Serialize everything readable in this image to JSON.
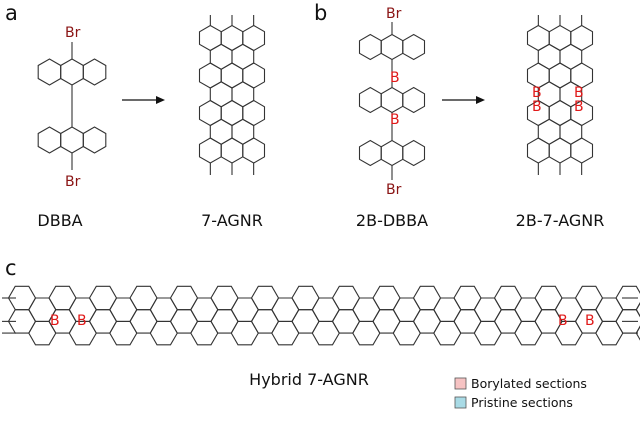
{
  "colors": {
    "borylated": "#f6c3c3",
    "pristine": "#a9dbe6",
    "bromine": "#8a1414",
    "boron": "#e01818",
    "bond": "#333333"
  },
  "panels": {
    "a": {
      "letter": "a",
      "left_caption": "DBBA",
      "right_caption": "7-AGNR",
      "br_top": "Br",
      "br_bottom": "Br"
    },
    "b": {
      "letter": "b",
      "left_caption": "2B-DBBA",
      "right_caption": "2B-7-AGNR",
      "br_top": "Br",
      "br_bottom": "Br",
      "b_top": "B",
      "b_bottom": "B",
      "ribbon_b_1": "B",
      "ribbon_b_2": "B",
      "ribbon_b_3": "B",
      "ribbon_b_4": "B"
    },
    "c": {
      "letter": "c",
      "caption": "Hybrid 7-AGNR",
      "left_b_1": "B",
      "left_b_2": "B",
      "right_b_1": "B",
      "right_b_2": "B",
      "legend": [
        {
          "label": "Borylated sections",
          "color": "#f6c3c3"
        },
        {
          "label": "Pristine sections",
          "color": "#a9dbe6"
        }
      ]
    }
  }
}
